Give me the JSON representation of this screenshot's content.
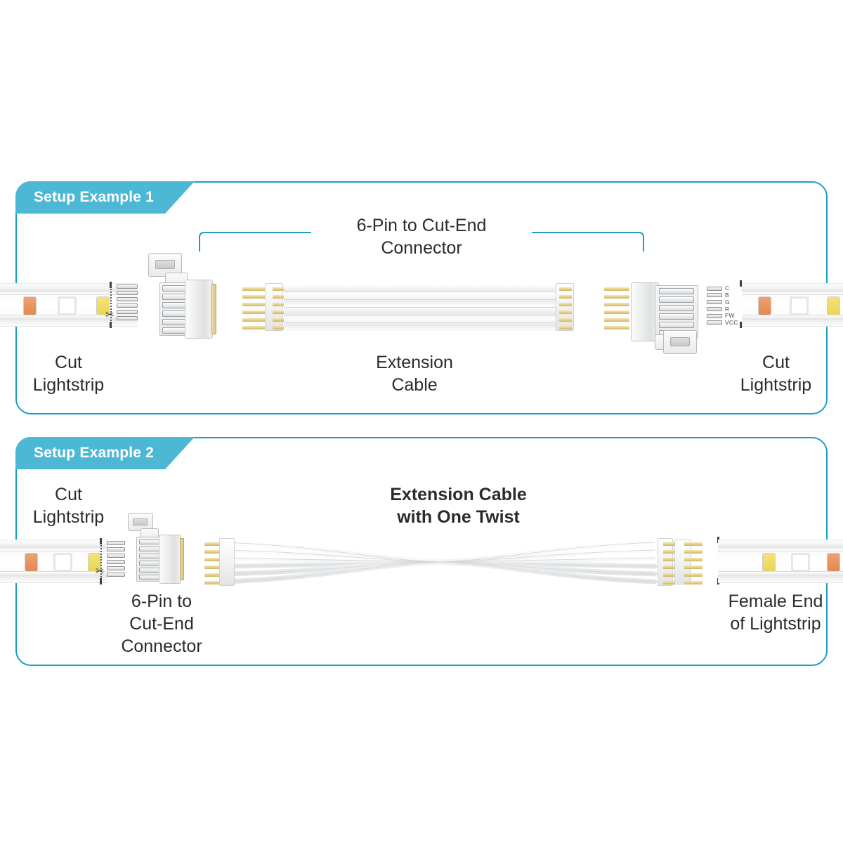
{
  "panels": [
    {
      "id": "setup-1",
      "ribbon_label": "Setup Example 1",
      "bracket_label": "6-Pin to Cut-End\nConnector",
      "labels": {
        "left": "Cut\nLightstrip",
        "center": "Extension\nCable",
        "right": "Cut\nLightstrip"
      }
    },
    {
      "id": "setup-2",
      "ribbon_label": "Setup Example 2",
      "labels": {
        "left": "Cut\nLightstrip",
        "center": "Extension Cable\nwith One Twist",
        "connector": "6-Pin to\nCut-End\nConnector",
        "right": "Female End\nof Lightstrip"
      }
    }
  ],
  "pin_labels": [
    "C",
    "B",
    "G",
    "R",
    "FW",
    "VCC"
  ],
  "pin_count": 6,
  "colors": {
    "accent": "#18a0c4",
    "ribbon": "#4cb8d4",
    "bracket": "#1f9cbf",
    "text": "#2b2b2b",
    "led_orange": "#e89a63",
    "led_yellow": "#efdc6a",
    "led_white": "#ffffff",
    "gold": "#e8d28a",
    "background": "#ffffff"
  }
}
